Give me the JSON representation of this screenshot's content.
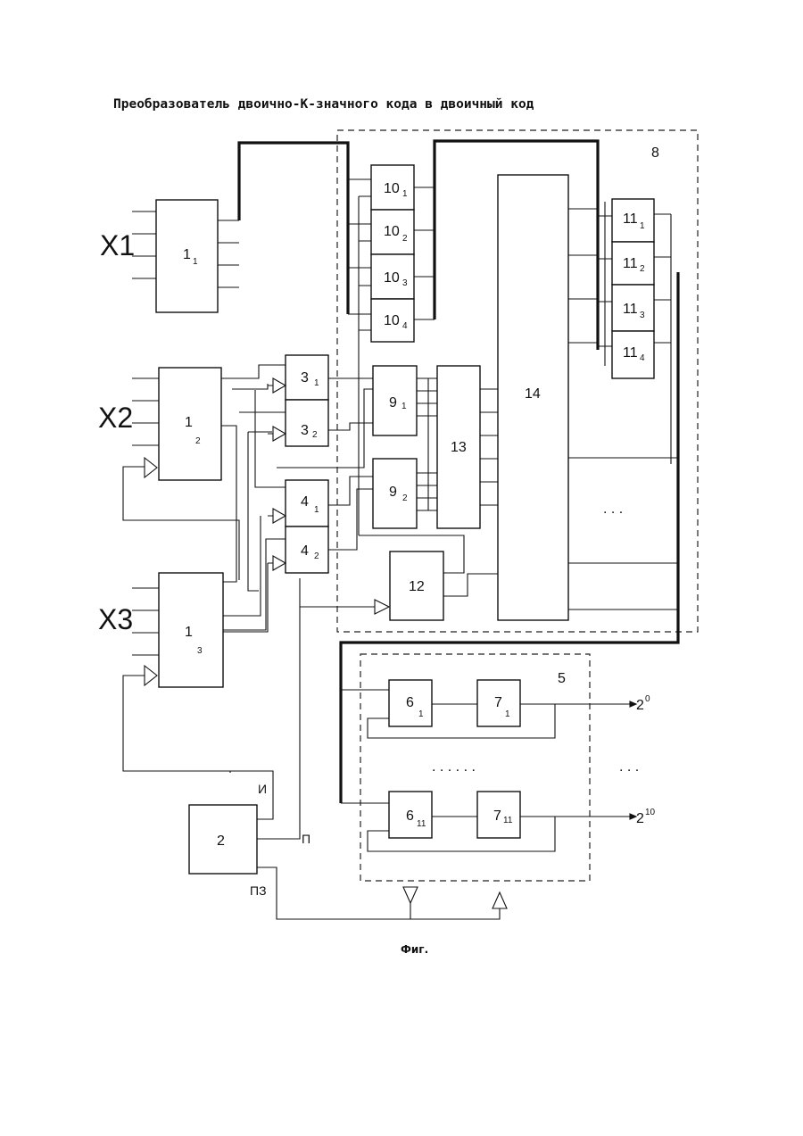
{
  "title": "Преобразователь двоично-К-значного кода в двоичный код",
  "caption": "Фиг.",
  "inputs": [
    "X1",
    "X2",
    "X3"
  ],
  "blocks": [
    {
      "id": "b1_1",
      "main": "1",
      "sub": "1"
    },
    {
      "id": "b1_2",
      "main": "1",
      "sub": "2"
    },
    {
      "id": "b1_3",
      "main": "1",
      "sub": "3"
    },
    {
      "id": "b2",
      "main": "2",
      "sub": ""
    },
    {
      "id": "b3_1",
      "main": "3",
      "sub": "1"
    },
    {
      "id": "b3_2",
      "main": "3",
      "sub": "2"
    },
    {
      "id": "b4_1",
      "main": "4",
      "sub": "1"
    },
    {
      "id": "b4_2",
      "main": "4",
      "sub": "2"
    },
    {
      "id": "b6_1",
      "main": "6",
      "sub": "1"
    },
    {
      "id": "b6_11",
      "main": "6",
      "sub": "11"
    },
    {
      "id": "b7_1",
      "main": "7",
      "sub": "1"
    },
    {
      "id": "b7_11",
      "main": "7",
      "sub": "11"
    },
    {
      "id": "b9_1",
      "main": "9",
      "sub": "1"
    },
    {
      "id": "b9_2",
      "main": "9",
      "sub": "2"
    },
    {
      "id": "b10_1",
      "main": "10",
      "sub": "1"
    },
    {
      "id": "b10_2",
      "main": "10",
      "sub": "2"
    },
    {
      "id": "b10_3",
      "main": "10",
      "sub": "3"
    },
    {
      "id": "b10_4",
      "main": "10",
      "sub": "4"
    },
    {
      "id": "b11_1",
      "main": "11",
      "sub": "1"
    },
    {
      "id": "b11_2",
      "main": "11",
      "sub": "2"
    },
    {
      "id": "b11_3",
      "main": "11",
      "sub": "3"
    },
    {
      "id": "b11_4",
      "main": "11",
      "sub": "4"
    },
    {
      "id": "b12",
      "main": "12",
      "sub": ""
    },
    {
      "id": "b13",
      "main": "13",
      "sub": ""
    },
    {
      "id": "b14",
      "main": "14",
      "sub": ""
    }
  ],
  "groups": [
    {
      "id": "g8",
      "label": "8"
    },
    {
      "id": "g5",
      "label": "5"
    }
  ],
  "signals": {
    "i": "И",
    "p": "П",
    "pz": "ПЗ"
  },
  "outputs": [
    {
      "base": "2",
      "exp": "0"
    },
    {
      "base": "2",
      "exp": "10"
    }
  ],
  "ellipses": {
    "block14": ". . .",
    "block5": ". . . . . .",
    "outputs": ". . ."
  }
}
